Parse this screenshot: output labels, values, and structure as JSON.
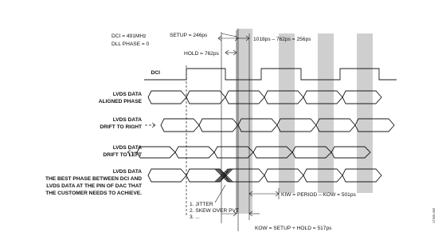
{
  "header": {
    "dci_freq": "DCI = 491MHz",
    "dll_phase": "DLL PHASE = 0"
  },
  "annotations": {
    "setup": "SETUP = 246ps",
    "hold": "HOLD = 762ps",
    "diff": "1018ps – 762ps = 256ps",
    "kiw": "KIW = PERIOD – KOW = 501ps",
    "kow": "KOW = SETUP + HOLD = 517ps"
  },
  "signals": {
    "dci": "DCI",
    "aligned_1": "LVDS DATA",
    "aligned_2": "ALIGNED PHASE",
    "right_1": "LVDS DATA",
    "right_2": "DRIFT TO RIGHT",
    "left_1": "LVDS DATA",
    "left_2": "DRIFT TO LEFT",
    "best_1": "LVDS DATA",
    "best_2": "THE BEST PHASE BETWEEN DCI AND",
    "best_3": "LVDS DATA AT THE PIN OF DAC THAT",
    "best_4": "THE CUSTOMER NEEDS TO ACHIEVE."
  },
  "notes": {
    "n1": "1. JITTER",
    "n2": "2. SKEW OVER PVT",
    "n3": "3. ..."
  },
  "figure_id": "17309-005"
}
